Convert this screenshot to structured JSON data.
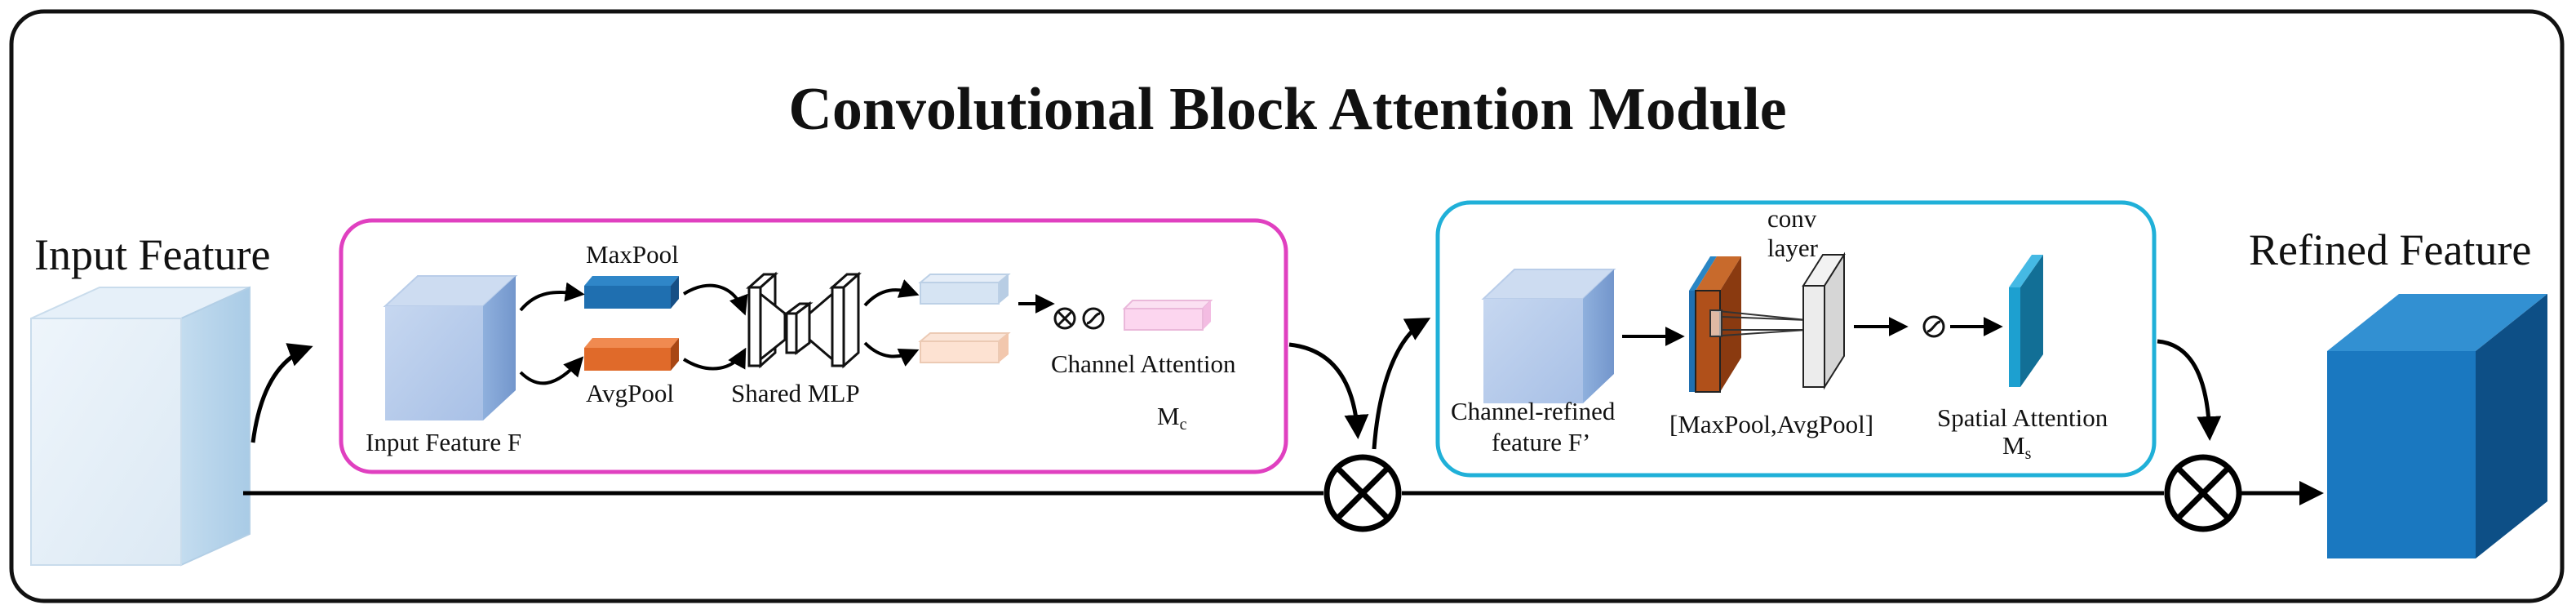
{
  "title": "Convolutional Block Attention Module",
  "input_feature": "Input Feature",
  "refined_feature": "Refined Feature",
  "channel_module": {
    "maxpool": "MaxPool",
    "avgpool": "AvgPool",
    "input_f": "Input Feature F",
    "shared_mlp": "Shared MLP",
    "channel_attention": "Channel Attention",
    "mc_main": "M",
    "mc_sub": "c"
  },
  "spatial_module": {
    "conv_layer_line1": "conv",
    "conv_layer_line2": "layer",
    "channel_refined_line1": "Channel-refined",
    "channel_refined_line2": "feature F’",
    "maxpool_avgpool": "[MaxPool,AvgPool]",
    "spatial_attention": "Spatial Attention",
    "ms_main": "M",
    "ms_sub": "s"
  },
  "colors": {
    "channel_box_border": "#e040c0",
    "spatial_box_border": "#20b0d8",
    "maxpool_bar": "#1f6fb0",
    "avgpool_bar": "#e06a2a",
    "refined_cube": "#1a78c0",
    "input_cube": "#dbe9f5",
    "feature_cube": "#a9c4e8",
    "conv_orange": "#b0501a",
    "spatial_map": "#1da0d0"
  }
}
